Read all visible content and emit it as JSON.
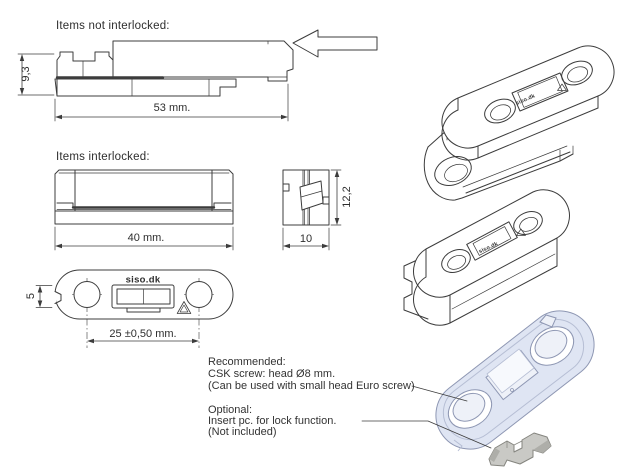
{
  "colors": {
    "line": "#3c3c3c",
    "text": "#2e2e2e",
    "render_fill": "#dfe5f3",
    "render_edge": "#8e97b3",
    "insert_fill": "#c9c9c5",
    "insert_edge": "#85857f"
  },
  "views": {
    "not_interlocked": {
      "label": "Items not interlocked:",
      "dim_height": "9,3",
      "dim_width": "53 mm."
    },
    "interlocked": {
      "label": "Items interlocked:",
      "dim_width": "40 mm."
    },
    "section": {
      "dim_width": "10",
      "dim_height": "12,2"
    },
    "top_view": {
      "brand": "siso.dk",
      "dim_notch": "5",
      "dim_holes": "25 ±0,50 mm."
    }
  },
  "renders": {
    "brand": "siso.dk"
  },
  "notes": {
    "recommended_title": "Recommended:",
    "recommended_line1": "CSK screw: head Ø8 mm.",
    "recommended_line2": "(Can be used with small head Euro screw)",
    "optional_title": "Optional:",
    "optional_line1": "Insert pc. for lock function.",
    "optional_line2": "(Not included)"
  }
}
